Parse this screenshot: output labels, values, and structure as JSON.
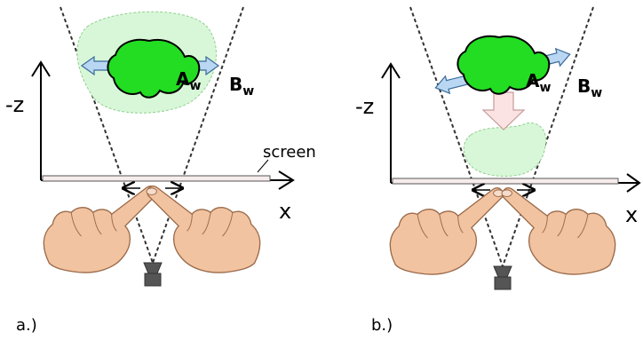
{
  "panels": [
    {
      "id": "a",
      "caption": "a.)",
      "axis_z_label": "-z",
      "axis_x_label": "x",
      "screen_label": "screen",
      "point_a_label": "A",
      "point_a_sub": "w",
      "point_b_label": "B",
      "point_b_sub": "w"
    },
    {
      "id": "b",
      "caption": "b.)",
      "axis_z_label": "-z",
      "axis_x_label": "x",
      "point_a_label": "A",
      "point_a_sub": "w",
      "point_b_label": "B",
      "point_b_sub": "w"
    }
  ],
  "colors": {
    "object_fill": "#22dd22",
    "ghost_fill": "#d8f7d8",
    "arrow_fill": "#b9d7f2",
    "down_arrow_fill": "#fbe3e3",
    "skin": "#f2c3a0",
    "screen_fill": "#f7ecec",
    "camera": "#555555"
  },
  "icons": [
    "hand-icon",
    "camera-icon"
  ]
}
